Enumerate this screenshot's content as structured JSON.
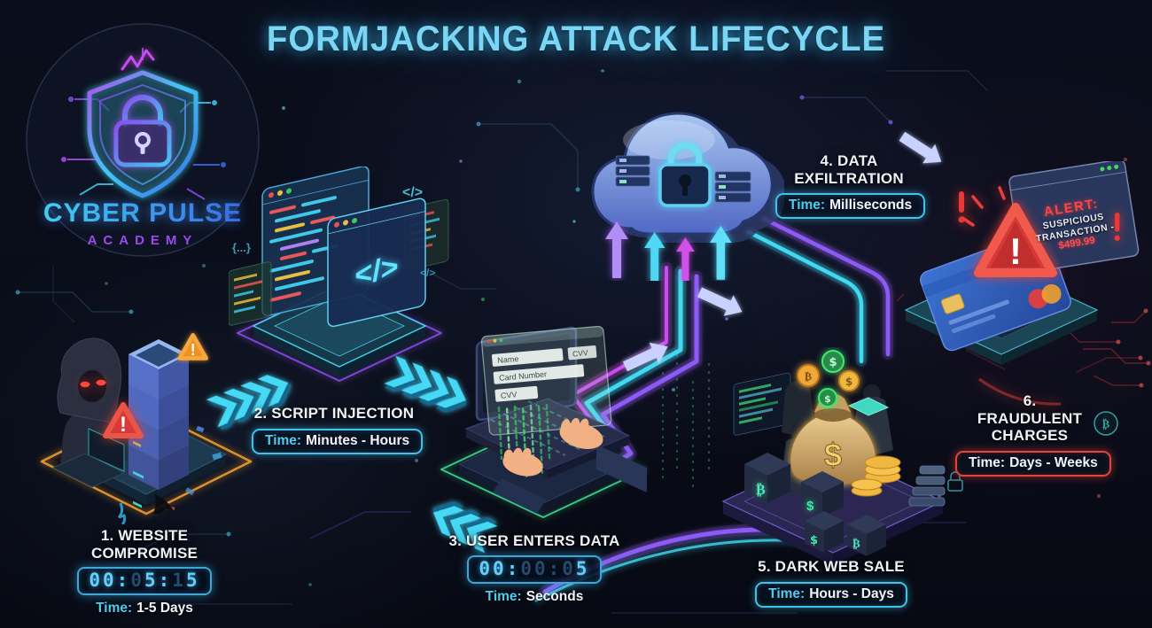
{
  "title": "FORMJACKING ATTACK LIFECYCLE",
  "logo": {
    "name": "CYBER PULSE",
    "subtitle": "ACADEMY"
  },
  "stages": {
    "s1": {
      "label": "1. WEBSITE COMPROMISE",
      "clock_value": "00:05:15",
      "clock_segments": [
        {
          "text": "00:",
          "dim": false
        },
        {
          "text": "0",
          "dim": true
        },
        {
          "text": "5:",
          "dim": false
        },
        {
          "text": "1",
          "dim": true
        },
        {
          "text": "5",
          "dim": false
        }
      ],
      "time_prefix": "Time:",
      "time_value": "1-5 Days"
    },
    "s2": {
      "label": "2. SCRIPT INJECTION",
      "time_prefix": "Time:",
      "time_value": "Minutes - Hours"
    },
    "s3": {
      "label": "3. USER ENTERS DATA",
      "clock_value": "00:00:05",
      "clock_segments": [
        {
          "text": "00:",
          "dim": false
        },
        {
          "text": "00:0",
          "dim": true
        },
        {
          "text": "5",
          "dim": false
        }
      ],
      "time_prefix": "Time:",
      "time_value": "Seconds"
    },
    "s4": {
      "label": "4. DATA EXFILTRATION",
      "time_prefix": "Time:",
      "time_value": "Milliseconds"
    },
    "s5": {
      "label": "5. DARK WEB SALE",
      "time_prefix": "Time:",
      "time_value": "Hours - Days"
    },
    "s6": {
      "label": "6. FRAUDULENT CHARGES",
      "time_prefix": "Time:",
      "time_value": "Days - Weeks"
    }
  },
  "alert_screen": {
    "line1": "ALERT:",
    "line2": "SUSPICIOUS",
    "line3": "TRANSACTION -",
    "line4": "$499.99"
  },
  "checkout_form": {
    "field_name": "Name",
    "field_card": "Card Number",
    "field_cvv": "CVV",
    "field_cvv_small": "CVV"
  },
  "icons": {
    "code": "</>",
    "braces": "{...}",
    "dollar": "$",
    "bitcoin": "₿",
    "exclamation": "!"
  },
  "colors": {
    "accent_cyan": "#45d9f5",
    "accent_purple": "#8a5cf5",
    "accent_magenta": "#d050e8",
    "accent_green": "#3fe87a",
    "accent_red": "#e4443a",
    "accent_orange": "#f0a030",
    "gold": "#f0b840",
    "title_cyan": "#7ad6f4"
  }
}
